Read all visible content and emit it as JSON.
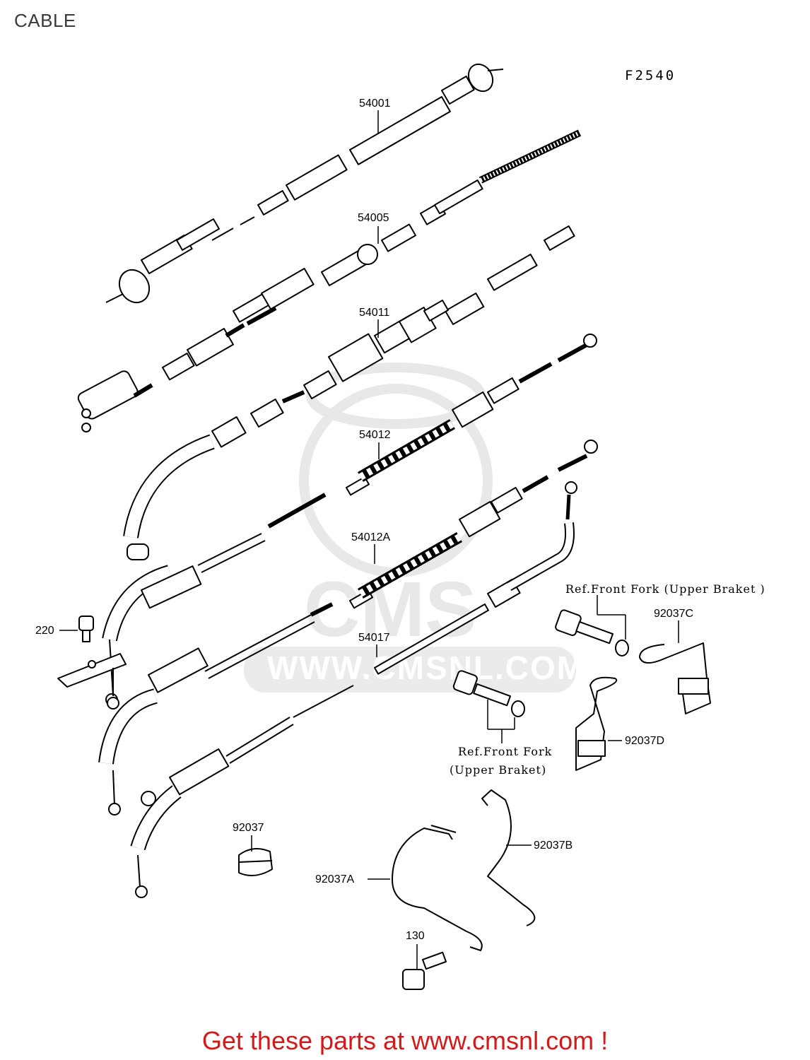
{
  "header": {
    "title": "CABLE",
    "figure_number": "F2540"
  },
  "parts": [
    {
      "id": "54001",
      "label": "54001"
    },
    {
      "id": "54005",
      "label": "54005"
    },
    {
      "id": "54011",
      "label": "54011"
    },
    {
      "id": "54012",
      "label": "54012"
    },
    {
      "id": "54012A",
      "label": "54012A"
    },
    {
      "id": "54017",
      "label": "54017"
    },
    {
      "id": "220",
      "label": "220"
    },
    {
      "id": "92037",
      "label": "92037"
    },
    {
      "id": "92037A",
      "label": "92037A"
    },
    {
      "id": "92037B",
      "label": "92037B"
    },
    {
      "id": "92037C",
      "label": "92037C"
    },
    {
      "id": "92037D",
      "label": "92037D"
    },
    {
      "id": "130",
      "label": "130"
    }
  ],
  "references": {
    "ref_top_line": "Ref.Front Fork (Upper Braket )",
    "ref_bottom_line1": "Ref.Front Fork",
    "ref_bottom_line2": "(Upper Braket)"
  },
  "watermark": {
    "text": "WWW.CMSNL.COM",
    "logo": "CMS"
  },
  "footer": {
    "text": "Get these parts at www.cmsnl.com !"
  },
  "colors": {
    "footer": "#d11a1a",
    "title": "#3a3a3a",
    "watermark": "#e6e6e6"
  }
}
